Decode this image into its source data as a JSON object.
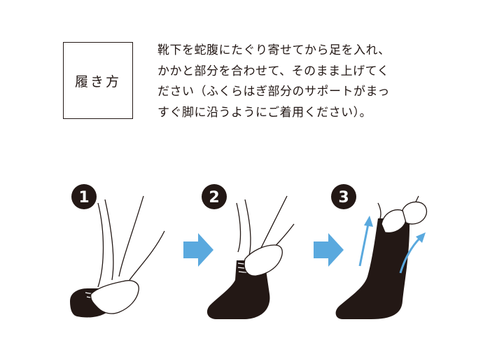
{
  "label": "履き方",
  "description_lines": [
    "靴下を蛇腹にたぐり寄せてから足を入れ、",
    "かかと部分を合わせて、そのまま上げてく",
    "ださい（ふくらはぎ部分のサポートがまっ",
    "すぐ脚に沿うようにご着用ください）。"
  ],
  "steps": [
    {
      "number": "1"
    },
    {
      "number": "2"
    },
    {
      "number": "3"
    }
  ],
  "colors": {
    "ink": "#231815",
    "arrow": "#5aa9de",
    "number_text": "#ffffff"
  }
}
